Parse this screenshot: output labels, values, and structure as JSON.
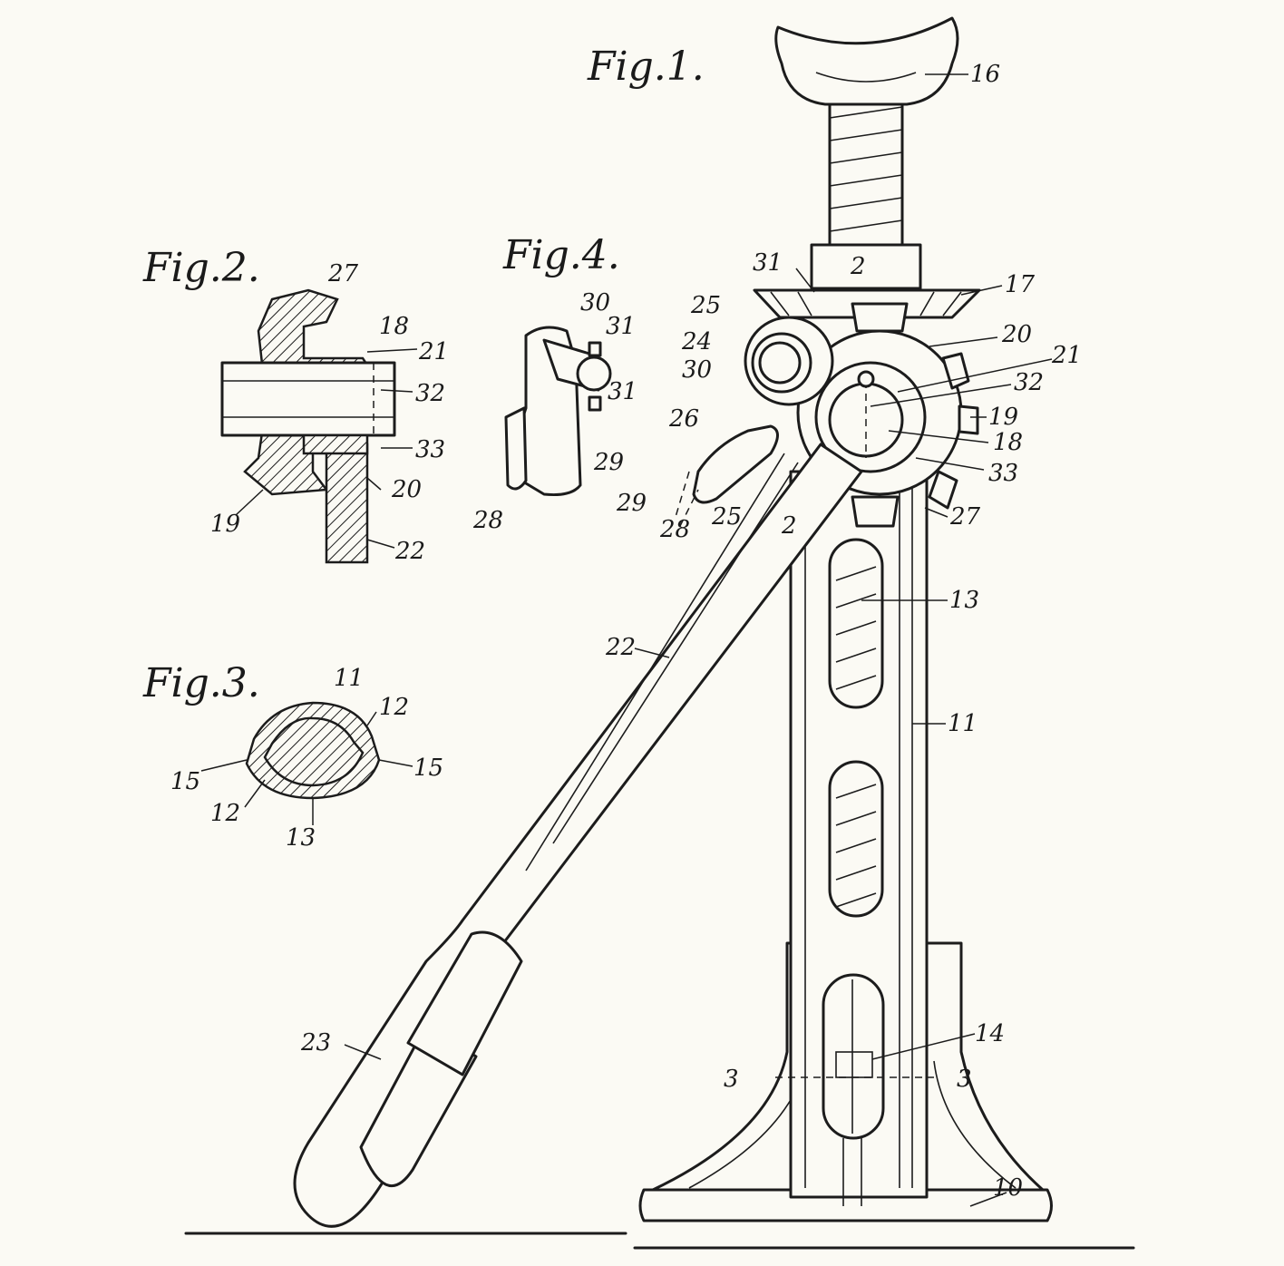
{
  "figures": {
    "fig1": {
      "title": "Fig.1."
    },
    "fig2": {
      "title": "Fig.2."
    },
    "fig3": {
      "title": "Fig.3."
    },
    "fig4": {
      "title": "Fig.4."
    }
  },
  "labels": {
    "fig1": [
      "16",
      "31",
      "2",
      "17",
      "25",
      "24",
      "30",
      "20",
      "21",
      "32",
      "26",
      "19",
      "18",
      "29",
      "28",
      "25",
      "33",
      "2",
      "27",
      "13",
      "22",
      "11",
      "23",
      "14",
      "3",
      "3",
      "10"
    ],
    "fig2": [
      "27",
      "18",
      "21",
      "32",
      "33",
      "20",
      "19",
      "22"
    ],
    "fig3": [
      "11",
      "12",
      "15",
      "15",
      "12",
      "13"
    ],
    "fig4": [
      "30",
      "31",
      "31",
      "29",
      "28"
    ]
  },
  "colors": {
    "paper": "#fbfaf4",
    "ink": "#1c1c1c"
  }
}
